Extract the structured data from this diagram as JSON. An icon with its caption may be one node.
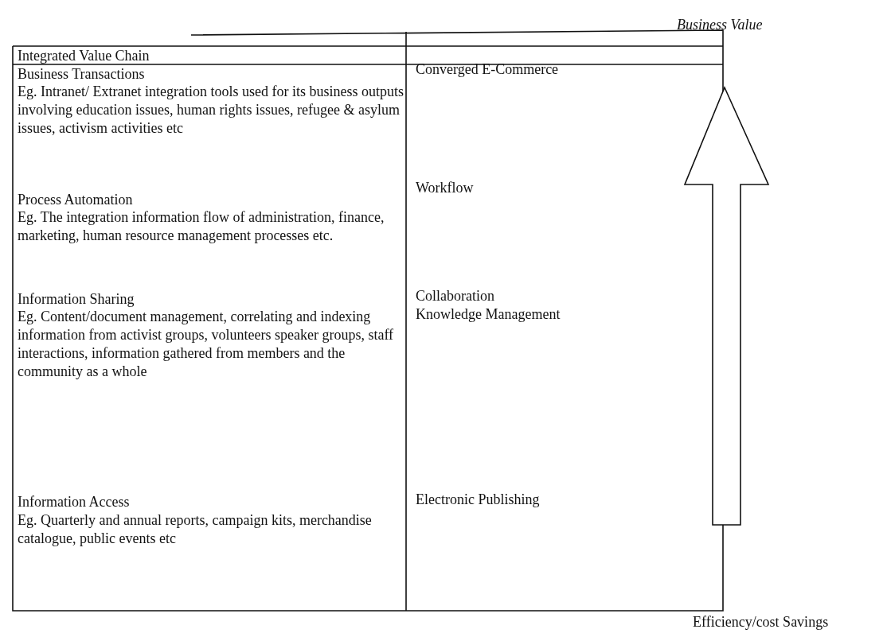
{
  "diagram": {
    "labels": [
      "Business Value",
      "Integrated Value Chain",
      "Business Transactions",
      "Eg. Intranet/ Extranet integration tools used for its business outputs involving education issues, human rights issues, refugee & asylum issues, activism activities etc",
      "Converged E-Commerce",
      "Process Automation",
      "Eg. The integration information flow of administration, finance, marketing, human resource management processes etc.",
      "Workflow",
      "Information Sharing",
      "Eg. Content/document management, correlating and indexing information from activist groups, volunteers speaker groups, staff interactions, information gathered from members and the community as a whole",
      "Collaboration",
      "Knowledge Management",
      "Information Access",
      "Eg. Quarterly and annual reports, campaign kits, merchandise catalogue, public events etc",
      "Electronic Publishing",
      "Efficiency/cost Savings"
    ]
  }
}
